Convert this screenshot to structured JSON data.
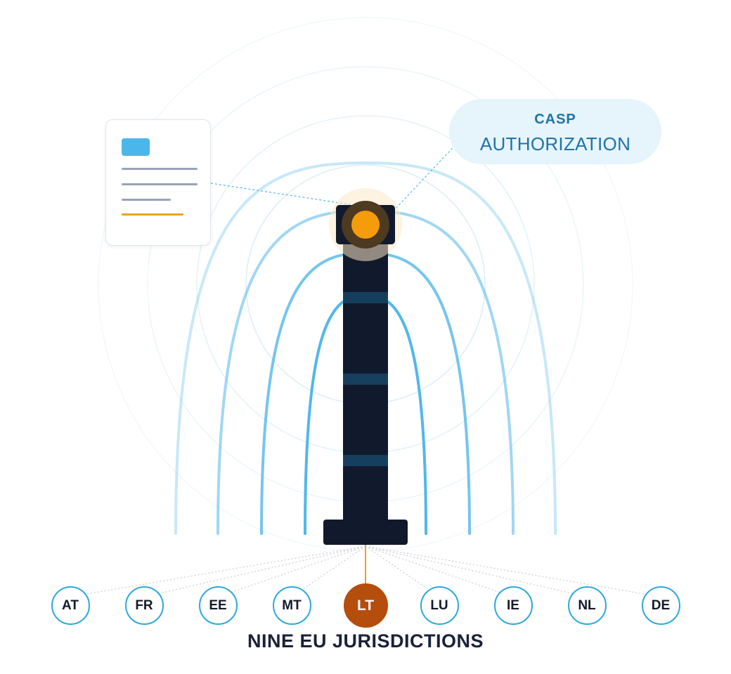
{
  "colors": {
    "tower": "#111a2c",
    "tower_band": "#163f5e",
    "beacon": "#f59c0c",
    "beacon_ring": "#4d3a20",
    "wave": "#52b7ea",
    "ring": "#d7ecf6",
    "badge_bg": "#e6f4fb",
    "badge_text": "#1f73a8",
    "active_jurisdiction": "#b54d0d",
    "jurisdiction_border": "#2ea8db",
    "accent_line": "#e9a21d"
  },
  "icons": {
    "document": "document-card-icon",
    "beacon": "beacon-light-icon"
  },
  "casp_badge": {
    "title": "CASP",
    "subtitle": "AUTHORIZATION"
  },
  "jurisdictions": [
    {
      "code": "AT",
      "active": false
    },
    {
      "code": "FR",
      "active": false
    },
    {
      "code": "EE",
      "active": false
    },
    {
      "code": "MT",
      "active": false
    },
    {
      "code": "LT",
      "active": true
    },
    {
      "code": "LU",
      "active": false
    },
    {
      "code": "IE",
      "active": false
    },
    {
      "code": "NL",
      "active": false
    },
    {
      "code": "DE",
      "active": false
    }
  ],
  "footer_label": "NINE EU JURISDICTIONS"
}
